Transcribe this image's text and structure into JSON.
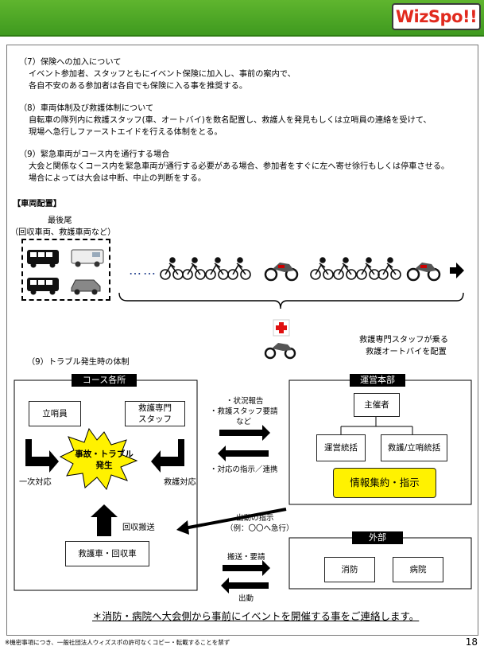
{
  "header": {
    "logo_text": "WizSpo!!"
  },
  "sections": [
    {
      "title": "（7）保険への加入について",
      "lines": [
        "イベント参加者、スタッフともにイベント保険に加入し、事前の案内で、",
        "各自不安のある参加者は各自でも保険に入る事を推奨する。"
      ]
    },
    {
      "title": "（8）車両体制及び救護体制について",
      "lines": [
        "自転車の隊列内に救護スタッフ(車、オートバイ)を数名配置し、救護人を発見もしくは立哨員の連絡を受けて、",
        "現場へ急行しファーストエイドを行える体制をとる。"
      ]
    },
    {
      "title": "（9）緊急車両がコース内を通行する場合",
      "lines": [
        "大会と関係なくコース内を緊急車両が通行する必要がある場合、参加者をすぐに左へ寄せ徐行もしくは停車させる。",
        "場合によっては大会は中断、中止の判断をする。"
      ]
    }
  ],
  "vehicle_layout": {
    "heading": "【車両配置】",
    "last_tail": "最後尾",
    "last_tail_sub": "（回収車両、救護車両など）",
    "dots": "……",
    "support_note_1": "救護専門スタッフが乗る",
    "support_note_2": "救護オートバイを配置"
  },
  "trouble": {
    "heading": "（9）トラブル発生時の体制",
    "course": {
      "title": "コース各所",
      "standby": "立哨員",
      "medic_1": "救護専門",
      "medic_2": "スタッフ",
      "incident_1": "事故・トラブル",
      "incident_2": "発生",
      "first_response": "一次対応",
      "rescue_response": "救護対応",
      "pickup": "回収搬送",
      "rescue_car": "救護車・回収車"
    },
    "hq": {
      "title": "運営本部",
      "organizer": "主催者",
      "ops": "運営統括",
      "rescue_lead": "救護/立哨統括",
      "info": "情報集約・指示"
    },
    "external": {
      "title": "外部",
      "fire": "消防",
      "hospital": "病院"
    },
    "labels": {
      "report_1": "・状況報告",
      "report_2": "・救護スタッフ要請",
      "report_3": "など",
      "instruct": "・対応の指示／連携",
      "dispatch_1": "出動の指示",
      "dispatch_2": "（例：〇〇へ急行）",
      "transport": "搬送・要請",
      "dispatch": "出動"
    },
    "contact_note": "＊消防・病院へ大会側から事前にイベントを開催する事をご連絡します。"
  },
  "footer": {
    "note": "※機密事項につき、一般社団法人ウィズスポの許可なくコピー・転載することを禁ず",
    "page": "18"
  }
}
